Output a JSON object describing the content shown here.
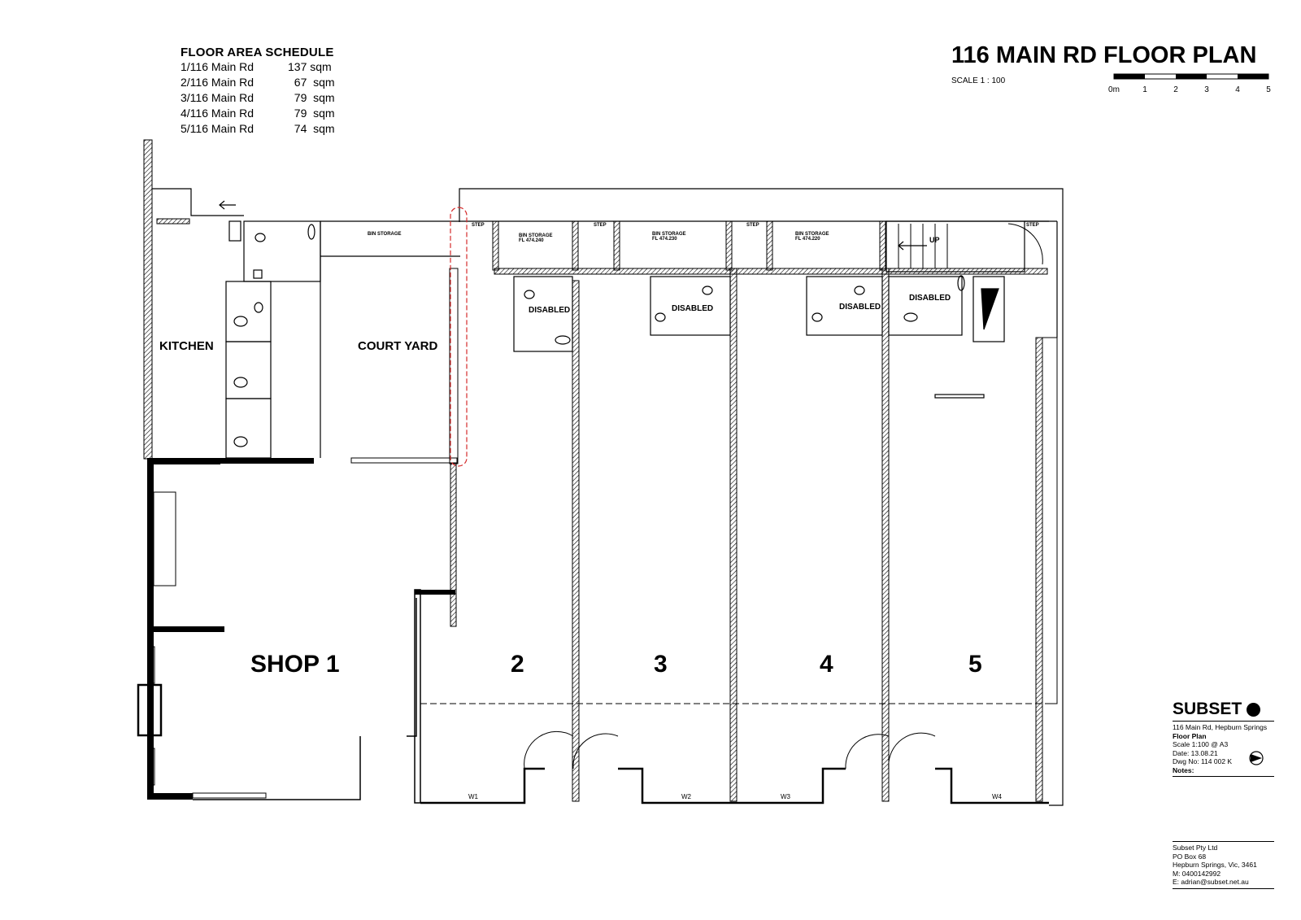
{
  "title": "116 MAIN RD FLOOR PLAN",
  "scale_text": "SCALE 1 : 100",
  "scale_bar": {
    "ticks": [
      "0m",
      "1",
      "2",
      "3",
      "4",
      "5"
    ]
  },
  "schedule": {
    "title": "FLOOR AREA SCHEDULE",
    "rows": [
      {
        "unit": "1/116  Main Rd",
        "area": "137 sqm"
      },
      {
        "unit": "2/116  Main Rd",
        "area": "  67  sqm"
      },
      {
        "unit": "3/116  Main Rd",
        "area": "  79  sqm"
      },
      {
        "unit": "4/116  Main Rd",
        "area": "  79  sqm"
      },
      {
        "unit": "5/116  Main Rd",
        "area": "  74  sqm"
      }
    ]
  },
  "rooms": {
    "kitchen": "KITCHEN",
    "courtyard": "COURT YARD",
    "shop1": "SHOP 1",
    "shop2": "2",
    "shop3": "3",
    "shop4": "4",
    "shop5": "5",
    "disabled": "DISABLED",
    "bin_storage": "BIN STORAGE",
    "step": "STEP",
    "up": "UP",
    "fl_2": "FL 474.240",
    "fl_3": "FL 474.230",
    "fl_4": "FL 474.220",
    "windows": [
      "W1",
      "W2",
      "W3",
      "W4"
    ]
  },
  "title_block": {
    "brand": "SUBSET",
    "address": "116 Main Rd, Hepburn Springs",
    "sheet": "Floor Plan",
    "scale": "Scale 1:100  @ A3",
    "date": "Date: 13.08.21",
    "dwg": "Dwg No: 114 002 K",
    "notes": "Notes:"
  },
  "contact": {
    "company": "Subset Pty Ltd",
    "po": "PO Box 68",
    "town": "Hepburn Springs, Vic, 3461",
    "phone": "M: 0400142992",
    "email": "E: adrian@subset.net.au"
  },
  "colors": {
    "ink": "#000000",
    "boundary_dashed": "#d42b2b"
  }
}
